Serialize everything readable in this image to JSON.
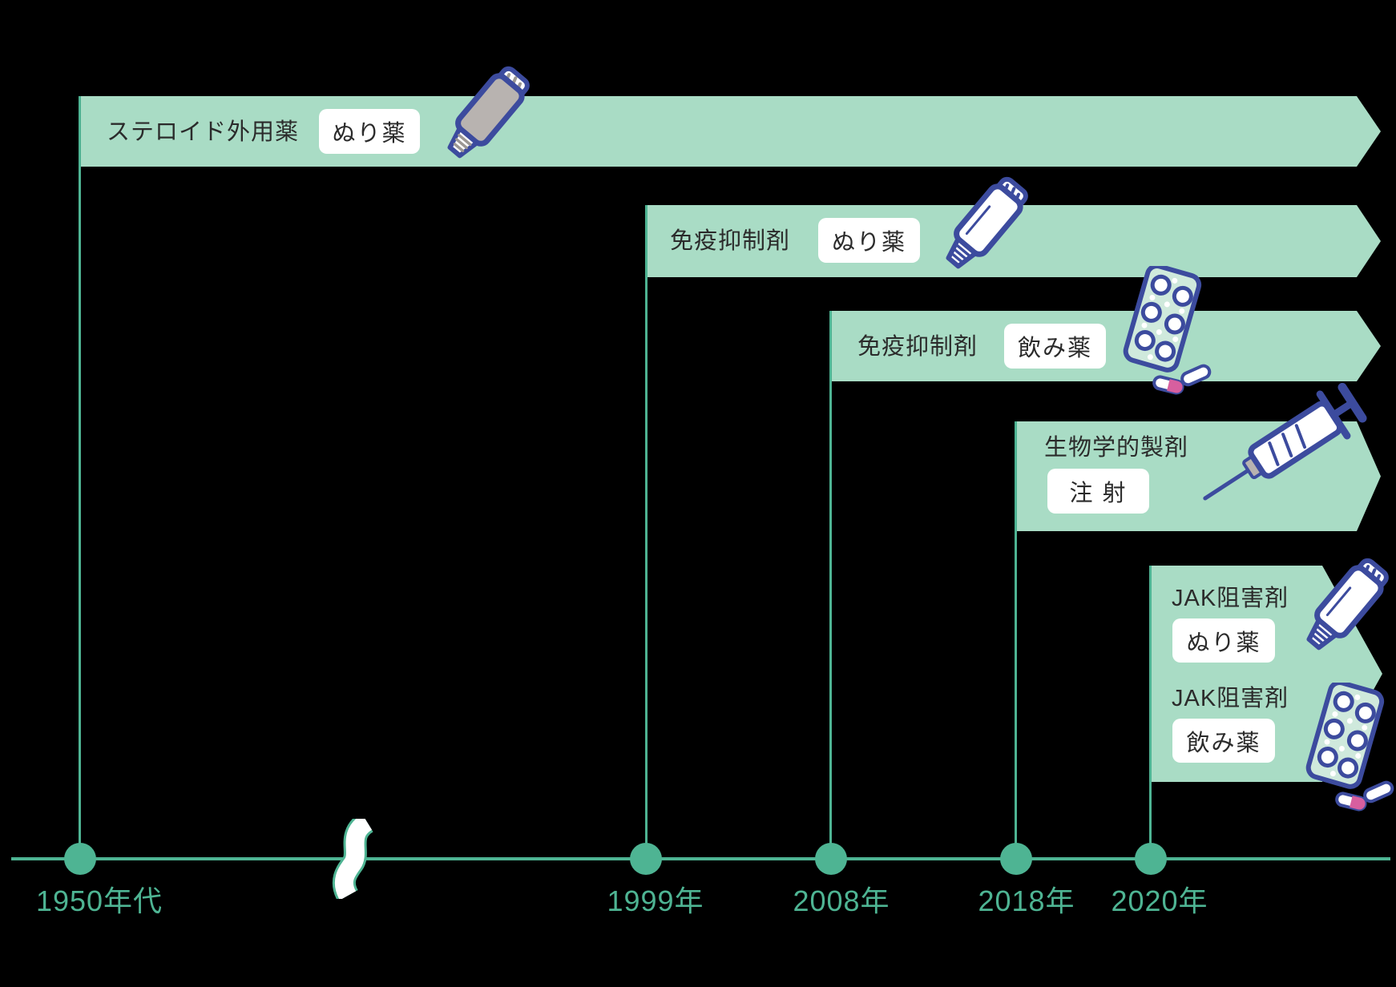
{
  "rows": [
    {
      "category": "ステロイド外用薬",
      "method": "ぬり薬",
      "icon": "ointment-tube-icon",
      "start": "1950年代"
    },
    {
      "category": "免疫抑制剤",
      "method": "ぬり薬",
      "icon": "ointment-tube-icon",
      "start": "1999年"
    },
    {
      "category": "免疫抑制剤",
      "method": "飲み薬",
      "icon": "pill-sheet-icon",
      "start": "2008年"
    },
    {
      "category": "生物学的製剤",
      "method": "注 射",
      "icon": "syringe-icon",
      "start": "2018年"
    },
    {
      "category": "JAK阻害剤",
      "method": "ぬり薬",
      "icon": "ointment-tube-icon",
      "start": "2020年"
    },
    {
      "category": "JAK阻害剤",
      "method": "飲み薬",
      "icon": "pill-sheet-icon",
      "start": "2020年"
    }
  ],
  "timeline": {
    "labels": [
      "1950年代",
      "1999年",
      "2008年",
      "2018年",
      "2020年"
    ]
  },
  "colors": {
    "background": "#000000",
    "bar_fill": "#a9dcc5",
    "timeline_accent": "#4eb493",
    "icon_outline": "#3c4b9e",
    "label_text": "#2b2b2b",
    "badge_background": "#ffffff",
    "tube_gray": "#b8b3b0",
    "blister_fill": "#cfe9dc",
    "capsule_pink": "#d75f9f"
  }
}
